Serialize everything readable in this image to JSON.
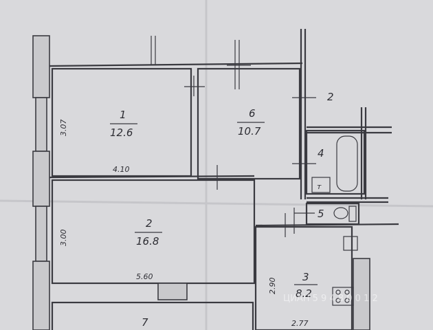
{
  "rooms": [
    {
      "id": "1",
      "area": "12.6"
    },
    {
      "id": "2",
      "area": "16.8"
    },
    {
      "id": "3",
      "area": "8.2"
    },
    {
      "id": "4",
      "area": ""
    },
    {
      "id": "5",
      "area": ""
    },
    {
      "id": "6",
      "area": "10.7"
    },
    {
      "id": "7",
      "area": ""
    }
  ],
  "dimensions": {
    "room1_height": "3.07",
    "room1_width": "4.10",
    "room2_height": "3.00",
    "room2_width": "5.60",
    "room3_height": "2.90",
    "room3_width": "2.77"
  },
  "corridor_label": "2",
  "watermark": "ЦИАН 5 9 4 8 0 0 1 2"
}
